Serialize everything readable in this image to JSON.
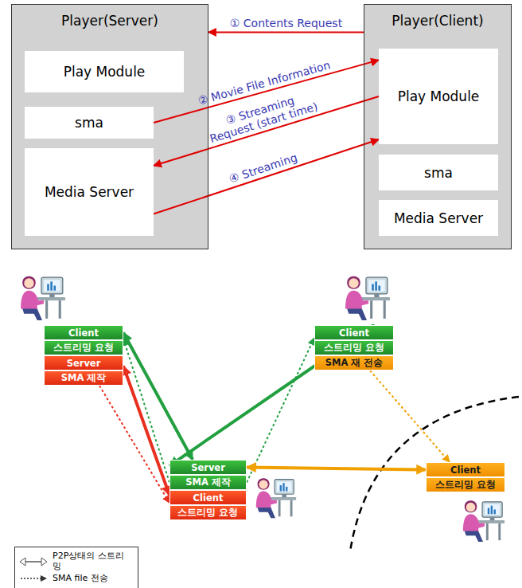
{
  "diagram": {
    "nodes": [
      {
        "text": [
          "Player(Server)"
        ]
      },
      {
        "text": [
          "Play Module"
        ],
        "in": 0
      },
      {
        "text": [
          "sma"
        ],
        "in": 0
      },
      {
        "text": [
          "Media Server"
        ],
        "in": 0
      },
      {
        "text": [
          "Player(Client)"
        ]
      },
      {
        "text": [
          "Play Module"
        ],
        "in": 4
      },
      {
        "text": [
          "sma"
        ],
        "in": 4
      },
      {
        "text": [
          "Media Server"
        ],
        "in": 4
      },
      {
        "text": [
          "Client"
        ]
      },
      {
        "text": [
          "스트리밍 요청"
        ]
      },
      {
        "text": [
          "Server"
        ]
      },
      {
        "text": [
          "SMA 제작"
        ]
      },
      {
        "text": [
          "Client"
        ]
      },
      {
        "text": [
          "스트리밍 요청"
        ]
      },
      {
        "text": [
          "SMA 재 전송"
        ]
      },
      {
        "text": [
          "Server"
        ]
      },
      {
        "text": [
          "SMA 제작"
        ]
      },
      {
        "text": [
          "Client"
        ]
      },
      {
        "text": [
          "스트리밍 요청"
        ]
      },
      {
        "text": [
          "Client"
        ]
      },
      {
        "text": [
          "스트리밍 요청"
        ]
      }
    ],
    "edges": [
      {
        "from": 4,
        "to": 0,
        "arrow": "to",
        "label": "① Contents Request"
      },
      {
        "from": 2,
        "to": 5,
        "arrow": "to",
        "label": "② Movie File Information"
      },
      {
        "from": 5,
        "to": 3,
        "arrow": "to",
        "label": "③ Streaming Request (start time)"
      },
      {
        "from": 3,
        "to": 5,
        "arrow": "to",
        "label": "④ Streaming"
      },
      {
        "from": 8,
        "to": 15,
        "arrow": "both"
      },
      {
        "from": 16,
        "to": 8,
        "arrow": "to"
      },
      {
        "from": 10,
        "to": 17,
        "arrow": "both"
      },
      {
        "from": 11,
        "to": 17,
        "arrow": "to"
      },
      {
        "from": 12,
        "to": 15,
        "arrow": "both"
      },
      {
        "from": 16,
        "to": 12,
        "arrow": "to"
      },
      {
        "from": 15,
        "to": 19,
        "arrow": "both"
      },
      {
        "from": 14,
        "to": 19,
        "arrow": "to"
      }
    ],
    "legend": [
      {
        "text": "P2P상태의 스트리밍"
      },
      {
        "text": "SMA file 전송"
      }
    ]
  }
}
